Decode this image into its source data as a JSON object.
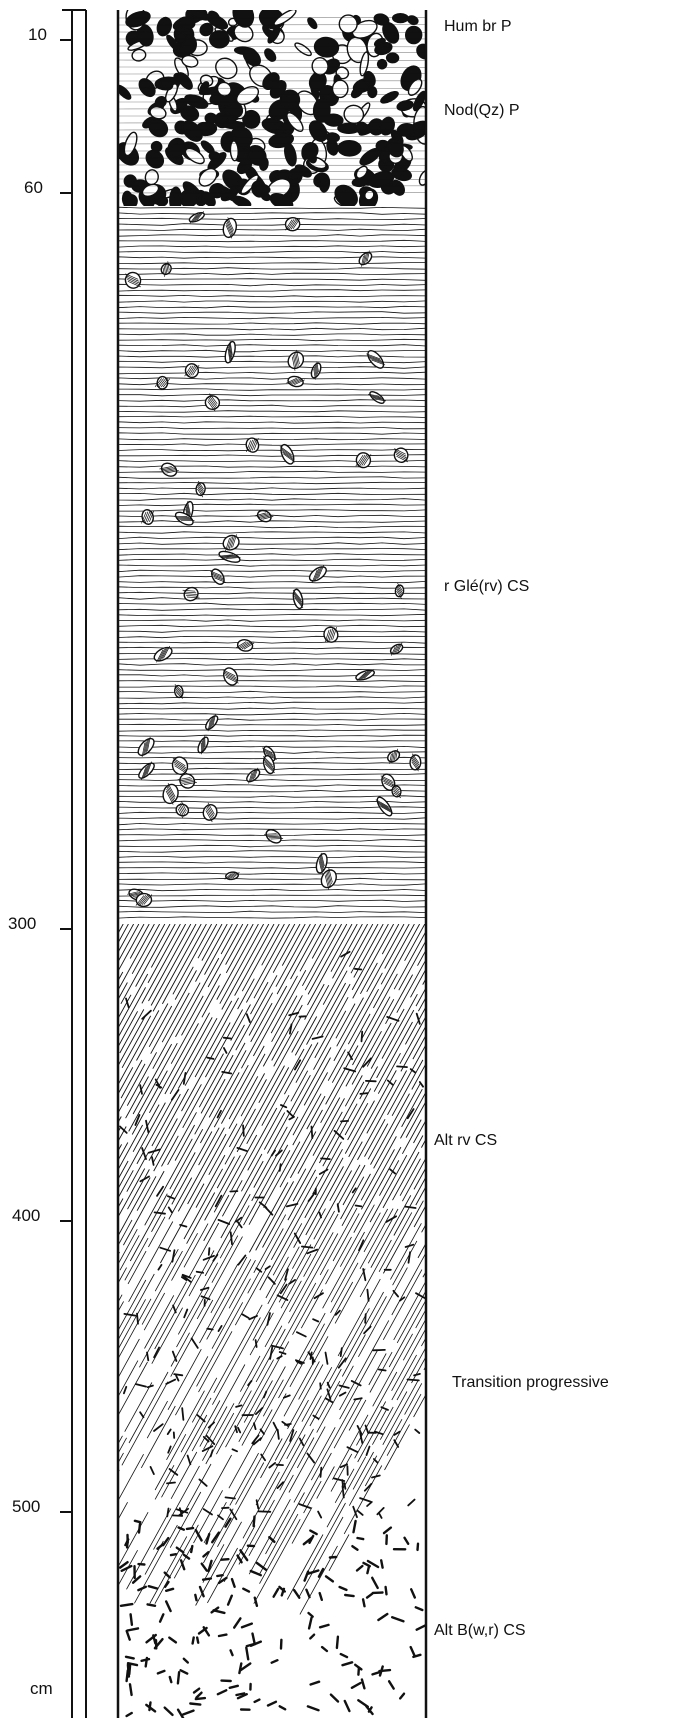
{
  "depth_scale": {
    "unit": "cm",
    "ticks": [
      {
        "value": "10",
        "depth": 10
      },
      {
        "value": "60",
        "depth": 60
      },
      {
        "value": "300",
        "depth": 300
      },
      {
        "value": "400",
        "depth": 400
      },
      {
        "value": "500",
        "depth": 500
      }
    ]
  },
  "horizons": [
    {
      "label": "Hum br P"
    },
    {
      "label": "Nod(Qz) P"
    },
    {
      "label": "r Glé(rv) CS"
    },
    {
      "label": "Alt rv CS"
    },
    {
      "label": "Transition progressive"
    },
    {
      "label": "Alt B(w,r) CS"
    }
  ],
  "colors": {
    "ink": "#111111",
    "paper": "#ffffff"
  }
}
